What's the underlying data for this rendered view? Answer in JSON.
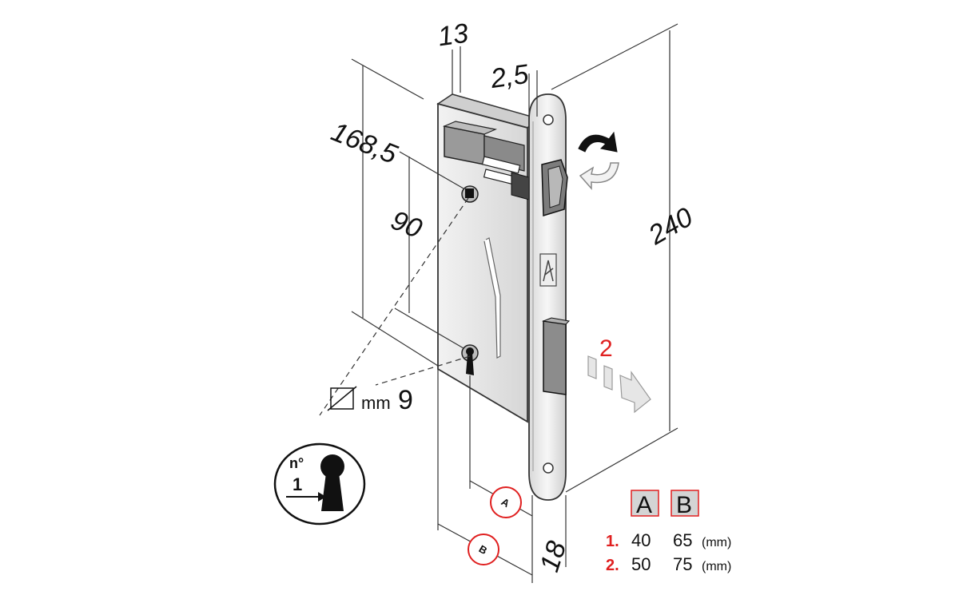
{
  "dimensions": {
    "depth": "13",
    "faceplate_thickness": "2,5",
    "body_height": "168,5",
    "interaxis": "90",
    "total_height": "240",
    "faceplate_width": "18",
    "spindle_unit": "mm",
    "spindle_size": "9"
  },
  "callouts": {
    "a": "A",
    "b": "B",
    "latch_step": "2"
  },
  "key_badge": {
    "top": "n°",
    "bottom": "1"
  },
  "table": {
    "headers": [
      "A",
      "B"
    ],
    "rows": [
      {
        "num": "1.",
        "a": "40",
        "b": "65",
        "unit": "(mm)"
      },
      {
        "num": "2.",
        "a": "50",
        "b": "75",
        "unit": "(mm)"
      }
    ]
  },
  "colors": {
    "accent": "#e02020",
    "metal_light": "#e6e6e6",
    "metal_mid": "#c8c8c8",
    "metal_dark": "#7a7a7a",
    "header_fill": "#d4d4d4"
  }
}
